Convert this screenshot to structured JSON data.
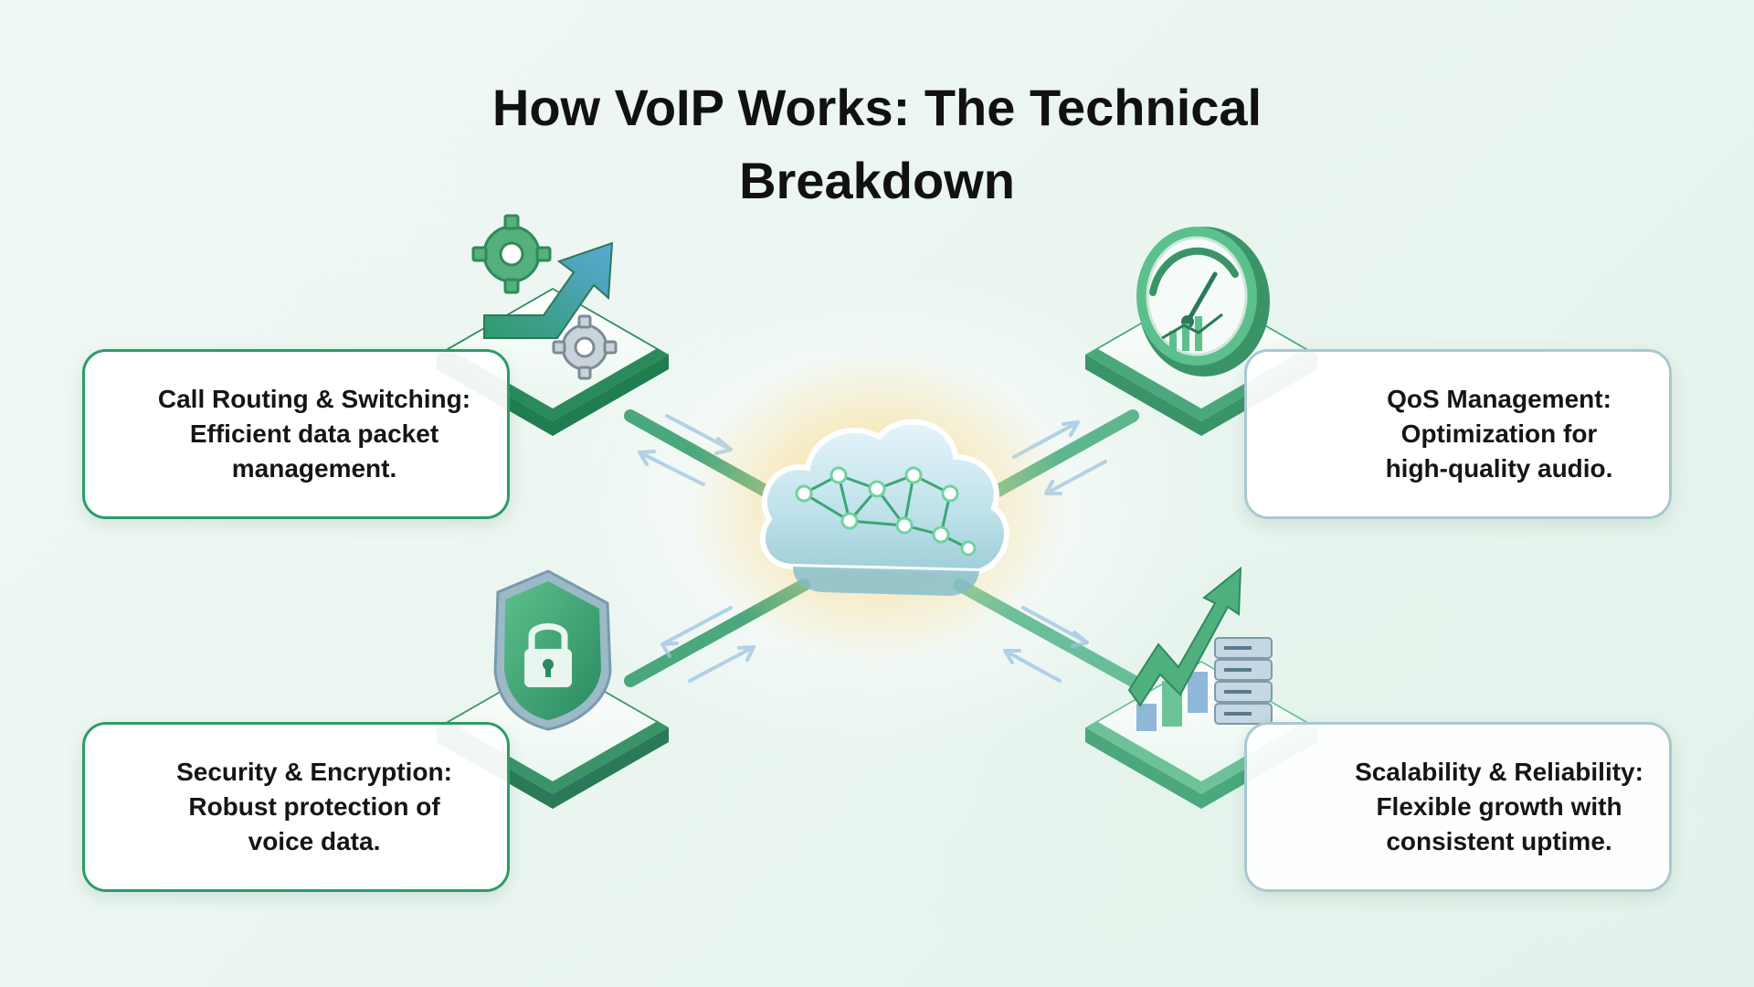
{
  "header": {
    "title_line1": "How VoIP Works: The Technical",
    "title_line2": "Breakdown"
  },
  "cards": {
    "routing": {
      "line1": "Call Routing & Switching:",
      "line2": "Efficient data packet",
      "line3": "management."
    },
    "qos": {
      "line1": "QoS Management:",
      "line2": "Optimization for",
      "line3": "high-quality audio."
    },
    "security": {
      "line1": "Security & Encryption:",
      "line2": "Robust protection of",
      "line3": "voice data."
    },
    "scalability": {
      "line1": "Scalability & Reliability:",
      "line2": "Flexible growth with",
      "line3": "consistent uptime."
    }
  },
  "icons": {
    "center": "cloud-network-icon",
    "top_left": "gears-arrow-icon",
    "top_right": "speedometer-gauge-icon",
    "bottom_left": "shield-lock-icon",
    "bottom_right": "growth-chart-server-icon"
  },
  "colors": {
    "primary_green": "#2c9c69",
    "dark_green": "#1f7d50",
    "light_blue": "#a9c8d2",
    "cloud_glow": "#f6c86a"
  }
}
